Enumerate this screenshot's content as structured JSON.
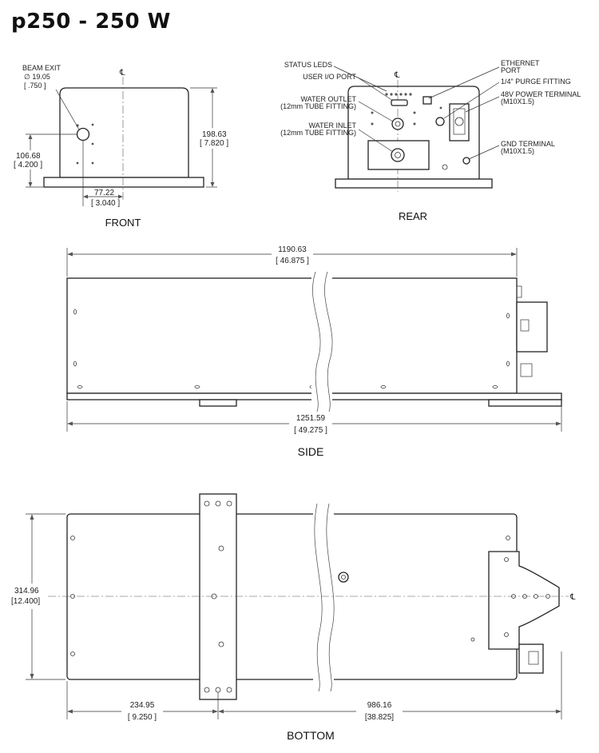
{
  "title": "p250 - 250 W",
  "views": {
    "front": "FRONT",
    "rear": "REAR",
    "side": "SIDE",
    "bottom": "BOTTOM"
  },
  "front": {
    "beam_exit": {
      "label": "BEAM EXIT",
      "dia_mm": "∅ 19.05",
      "dia_in": ".750"
    },
    "height": {
      "mm": "198.63",
      "in": "7.820"
    },
    "beam_height": {
      "mm": "106.68",
      "in": "4.200"
    },
    "beam_offset": {
      "mm": "77.22",
      "in": "3.040"
    },
    "centerline_symbol": "℄"
  },
  "rear": {
    "status_leds": "STATUS LEDS",
    "user_io_port": "USER I/O PORT",
    "water_outlet": [
      "WATER OUTLET",
      "(12mm TUBE FITTING)"
    ],
    "water_inlet": [
      "WATER INLET",
      "(12mm TUBE FITTING)"
    ],
    "ethernet_port": [
      "ETHERNET",
      "PORT"
    ],
    "purge_fitting": "1/4\" PURGE FITTING",
    "power_terminal": [
      "48V POWER TERMINAL",
      "(M10X1.5)"
    ],
    "gnd_terminal": [
      "GND TERMINAL",
      "(M10X1.5)"
    ],
    "centerline_symbol": "℄"
  },
  "side": {
    "length_top": {
      "mm": "1190.63",
      "in": "46.875"
    },
    "length_bottom": {
      "mm": "1251.59",
      "in": "49.275"
    }
  },
  "bottom": {
    "width": {
      "mm": "314.96",
      "in": "12.400"
    },
    "mount_offset": {
      "mm": "234.95",
      "in": "9.250"
    },
    "mount_span": {
      "mm": "986.16",
      "in": "38.825"
    },
    "centerline_symbol": "℄"
  }
}
